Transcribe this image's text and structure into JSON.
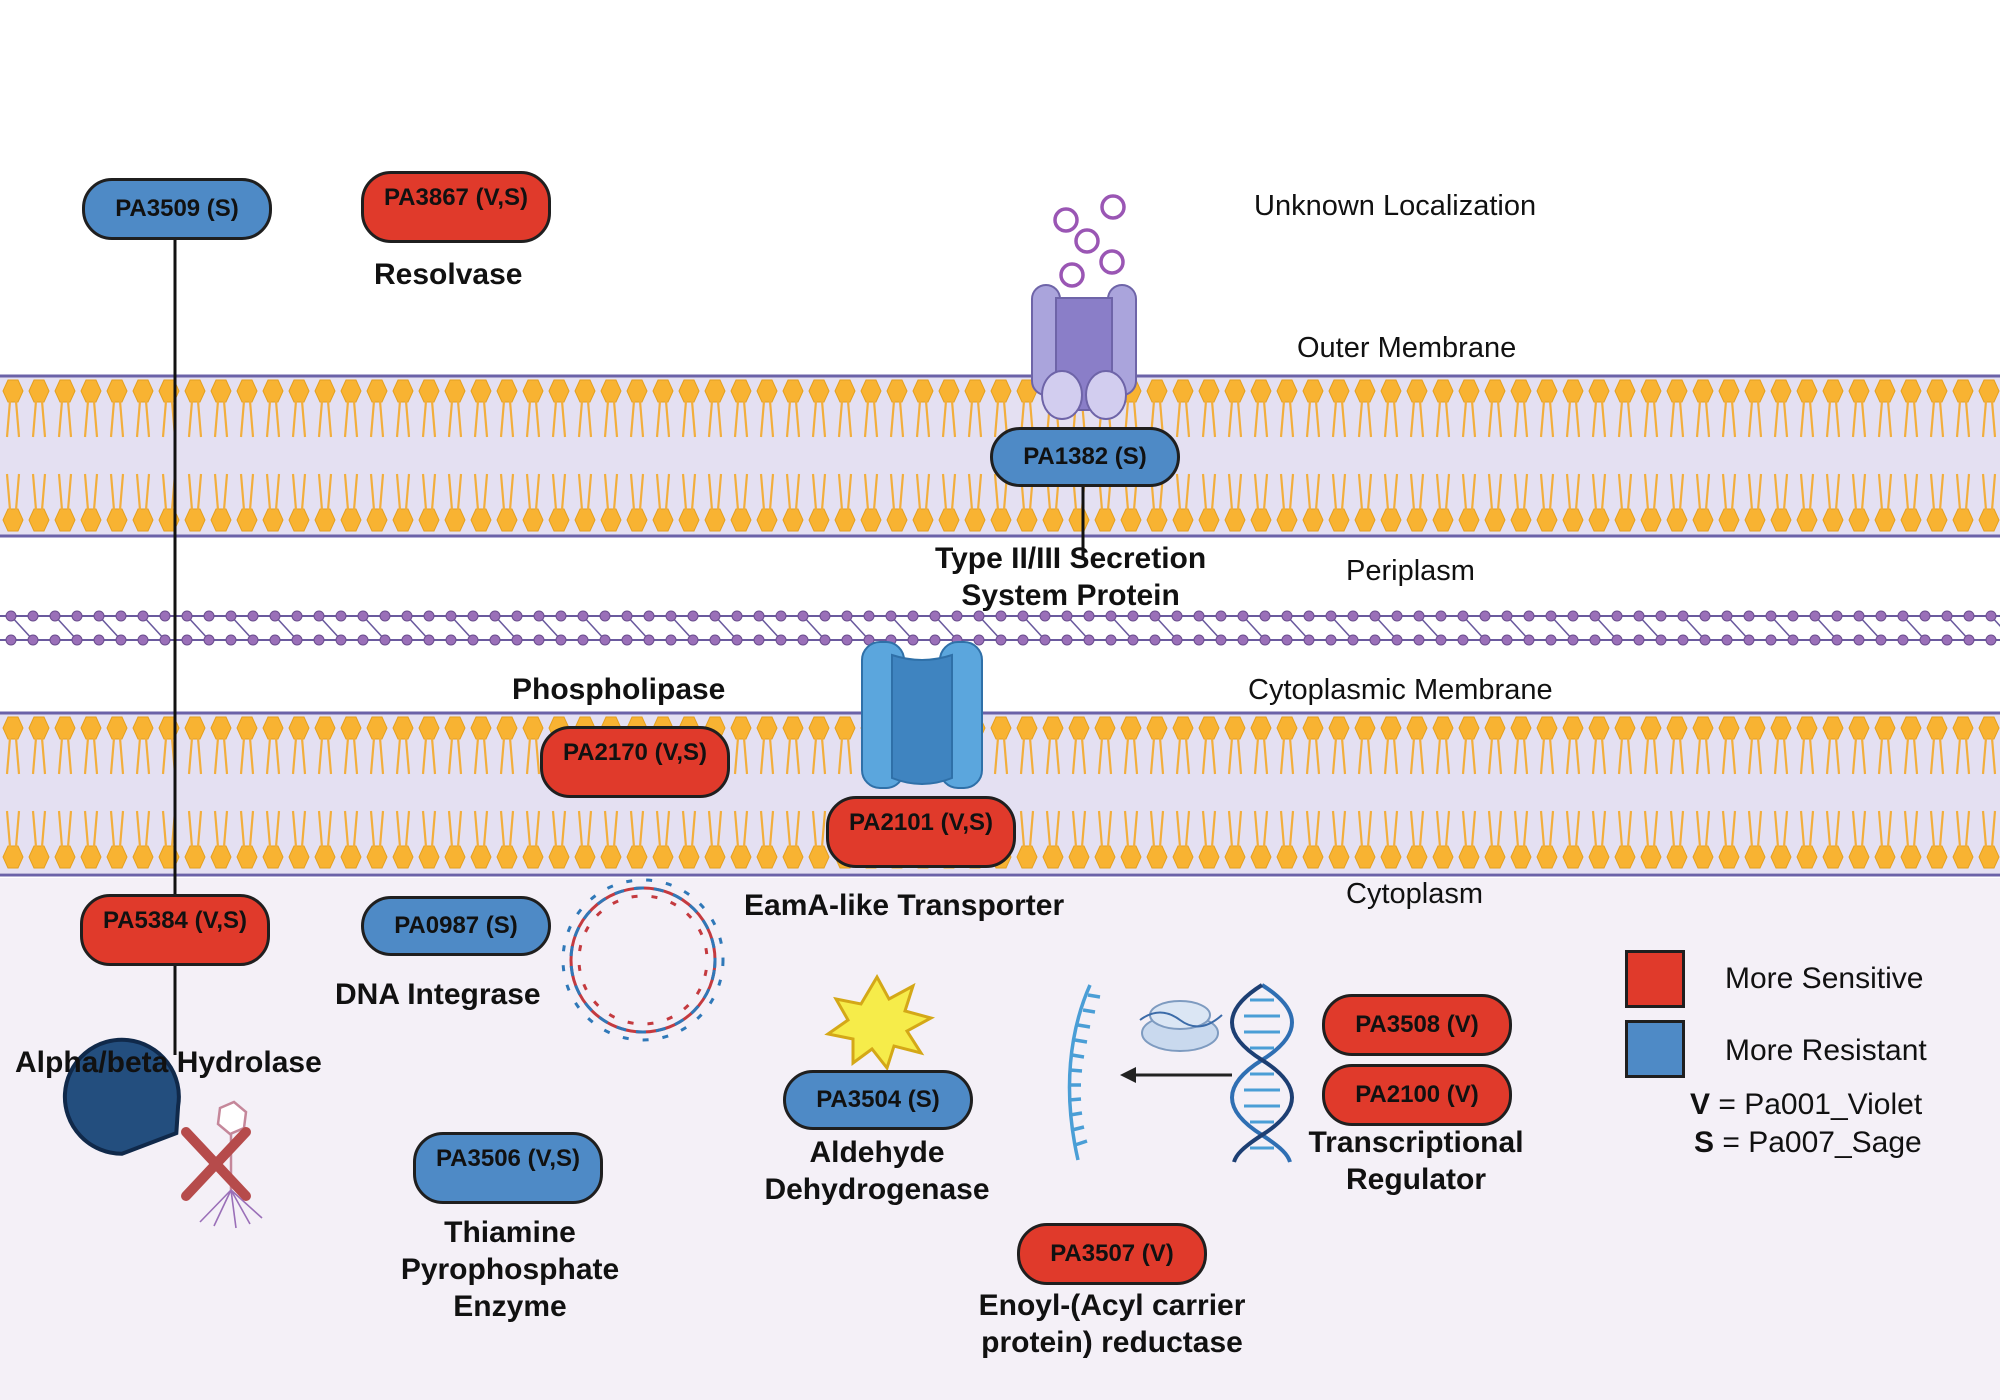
{
  "colors": {
    "sensitive": "#e03a2b",
    "resistant": "#4e8ac6",
    "membrane_band": "#e4e0f2",
    "lipid_head": "#f8b332",
    "cytoplasm_bg": "#f4f0f7"
  },
  "regions": {
    "unknown": "Unknown Localization",
    "outer_membrane": "Outer Membrane",
    "periplasm": "Periplasm",
    "cytoplasmic_membrane": "Cytoplasmic Membrane",
    "cytoplasm": "Cytoplasm"
  },
  "proteins": {
    "pa3509": "PA3509 (S)",
    "pa3867": "PA3867 (V,S)",
    "pa1382": "PA1382 (S)",
    "pa2170": "PA2170 (V,S)",
    "pa2101": "PA2101 (V,S)",
    "pa5384": "PA5384 (V,S)",
    "pa0987": "PA0987 (S)",
    "pa3504": "PA3504 (S)",
    "pa3506": "PA3506 (V,S)",
    "pa3507": "PA3507 (V)",
    "pa3508": "PA3508 (V)",
    "pa2100": "PA2100 (V)"
  },
  "functions": {
    "resolvase": "Resolvase",
    "secretion_line1": "Type II/III Secretion",
    "secretion_line2": "System Protein",
    "phospholipase": "Phospholipase",
    "eama": "EamA-like Transporter",
    "dna_integrase": "DNA Integrase",
    "hydrolase": "Alpha/beta Hydrolase",
    "aldehyde_line1": "Aldehyde",
    "aldehyde_line2": "Dehydrogenase",
    "thiamine_line1": "Thiamine",
    "thiamine_line2": "Pyrophosphate",
    "thiamine_line3": "Enzyme",
    "enoyl_line1": "Enoyl-(Acyl carrier",
    "enoyl_line2": "protein) reductase",
    "transcription_line1": "Transcriptional",
    "transcription_line2": "Regulator"
  },
  "legend": {
    "sensitive": "More Sensitive",
    "resistant": "More Resistant",
    "v_key": "V",
    "v_value": "= Pa001_Violet",
    "s_key": "S",
    "s_value": "= Pa007_Sage"
  },
  "icons": [
    "vesicle-icon",
    "secretion-channel-icon",
    "transporter-channel-icon",
    "plasmid-icon",
    "explosion-icon",
    "mrna-icon",
    "ribosome-icon",
    "dna-helix-icon",
    "pacman-enzyme-icon",
    "phage-crossed-icon"
  ]
}
